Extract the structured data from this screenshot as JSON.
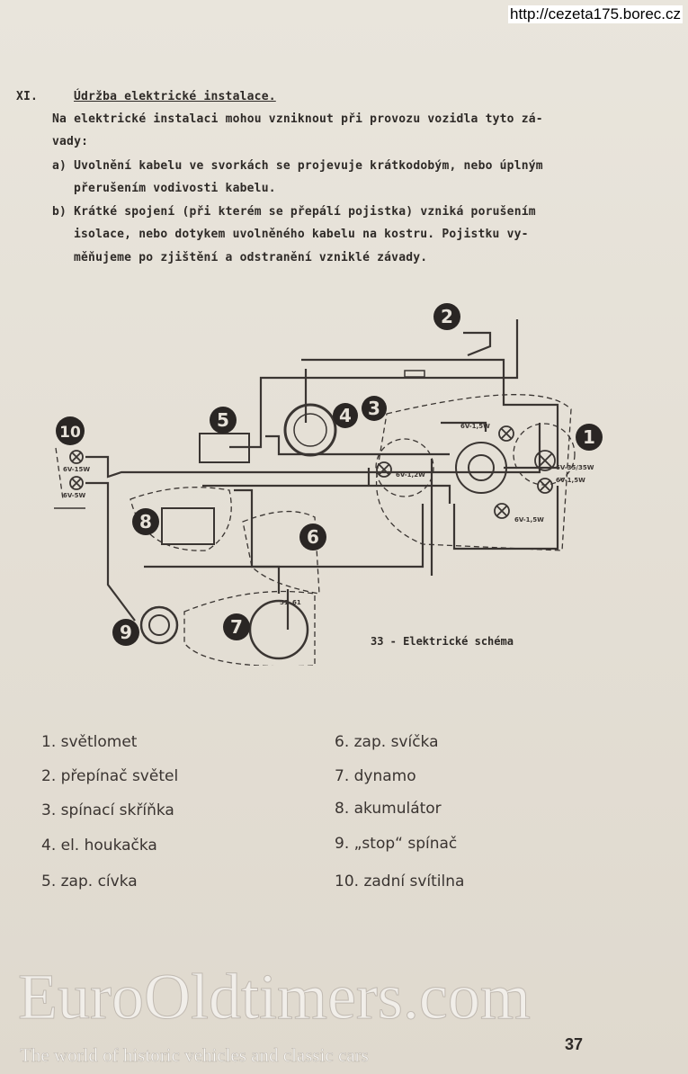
{
  "source_url": "http://cezeta175.borec.cz",
  "section": {
    "number": "XI.",
    "title": "Údržba elektrické instalace.",
    "lines": [
      "Na elektrické instalaci mohou vzniknout při provozu vozidla tyto zá-",
      "vady:",
      "a) Uvolnění kabelu ve svorkách se projevuje krátkodobým, nebo úplným",
      "přerušením vodivosti kabelu.",
      "b) Krátké spojení (při kterém se přepálí pojistka) vzniká porušením",
      "isolace, nebo dotykem uvolněného kabelu na kostru. Pojistku vy-",
      "měňujeme po zjištění a odstranění vzniklé závady."
    ]
  },
  "diagram": {
    "caption": "33 - Elektrické schéma",
    "markers": [
      "1",
      "2",
      "3",
      "4",
      "5",
      "6",
      "7",
      "8",
      "9",
      "10"
    ],
    "bulb_labels": {
      "tail_top": "6V-15W",
      "tail_bottom": "6V-5W",
      "speedo": "6V-1,2W",
      "indicator_top": "6V-1,5W",
      "head_main": "6V-35/35W",
      "head_park": "6V-1,5W",
      "indicator_bottom": "6V-1,5W"
    },
    "dynamo_terminals": [
      "51",
      "61"
    ]
  },
  "legend": {
    "left": [
      "1. světlomet",
      "2. přepínač světel",
      "3. spínací skříňka",
      "4. el. houkačka",
      "5. zap. cívka"
    ],
    "right": [
      "6. zap. svíčka",
      "7. dynamo",
      "8. akumulátor",
      "9. „stop“ spínač",
      "10. zadní svítilna"
    ]
  },
  "page_number": "37",
  "watermark": {
    "title": "EuroOldtimers.com",
    "tagline": "The world of historic vehicles and classic cars"
  }
}
